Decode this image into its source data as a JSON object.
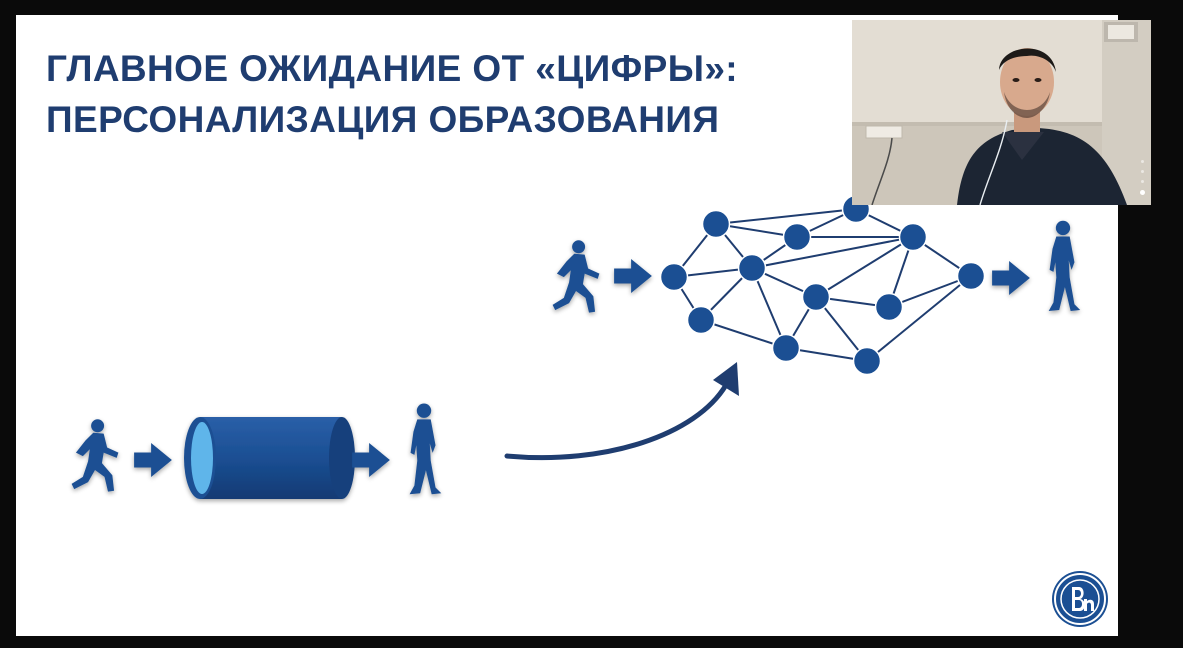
{
  "slide": {
    "title_line1": "ГЛАВНОЕ ОЖИДАНИЕ ОТ «ЦИФРЫ»:",
    "title_line2": "ПЕРСОНАЛИЗАЦИЯ ОБРАЗОВАНИЯ",
    "accent_color": "#1f3d70",
    "icon_color": "#1b4f93",
    "logo_icon": "university-logo-icon"
  },
  "video": {
    "icon": "participant-video-thumbnail",
    "page_indicator": {
      "count": 4,
      "active": 4
    }
  }
}
